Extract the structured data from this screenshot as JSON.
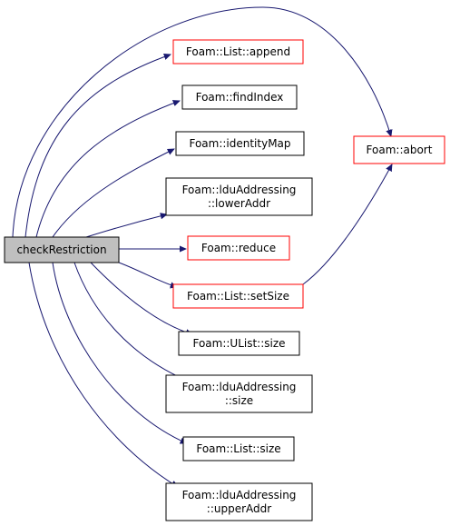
{
  "colors": {
    "edge": "#191970",
    "border_default": "#000000",
    "border_truncated": "#ff0000",
    "root_fill": "#bfbfbf",
    "node_fill": "#ffffff"
  },
  "nodes": [
    {
      "id": "checkRestriction",
      "lines": [
        "checkRestriction"
      ],
      "style": "root"
    },
    {
      "id": "list_append",
      "lines": [
        "Foam::List::append"
      ],
      "style": "truncated"
    },
    {
      "id": "findIndex",
      "lines": [
        "Foam::findIndex"
      ],
      "style": "default"
    },
    {
      "id": "identityMap",
      "lines": [
        "Foam::identityMap"
      ],
      "style": "default"
    },
    {
      "id": "lowerAddr",
      "lines": [
        "Foam::lduAddressing",
        "::lowerAddr"
      ],
      "style": "default"
    },
    {
      "id": "reduce",
      "lines": [
        "Foam::reduce"
      ],
      "style": "truncated"
    },
    {
      "id": "setSize",
      "lines": [
        "Foam::List::setSize"
      ],
      "style": "truncated"
    },
    {
      "id": "ulist_size",
      "lines": [
        "Foam::UList::size"
      ],
      "style": "default"
    },
    {
      "id": "ldu_size",
      "lines": [
        "Foam::lduAddressing",
        "::size"
      ],
      "style": "default"
    },
    {
      "id": "list_size",
      "lines": [
        "Foam::List::size"
      ],
      "style": "default"
    },
    {
      "id": "upperAddr",
      "lines": [
        "Foam::lduAddressing",
        "::upperAddr"
      ],
      "style": "default"
    },
    {
      "id": "abort",
      "lines": [
        "Foam::abort"
      ],
      "style": "truncated"
    }
  ],
  "edges": [
    {
      "from": "checkRestriction",
      "to": "list_append"
    },
    {
      "from": "checkRestriction",
      "to": "findIndex"
    },
    {
      "from": "checkRestriction",
      "to": "identityMap"
    },
    {
      "from": "checkRestriction",
      "to": "lowerAddr"
    },
    {
      "from": "checkRestriction",
      "to": "reduce"
    },
    {
      "from": "checkRestriction",
      "to": "setSize"
    },
    {
      "from": "checkRestriction",
      "to": "ulist_size"
    },
    {
      "from": "checkRestriction",
      "to": "ldu_size"
    },
    {
      "from": "checkRestriction",
      "to": "list_size"
    },
    {
      "from": "checkRestriction",
      "to": "upperAddr"
    },
    {
      "from": "checkRestriction",
      "to": "abort"
    },
    {
      "from": "setSize",
      "to": "abort"
    }
  ]
}
